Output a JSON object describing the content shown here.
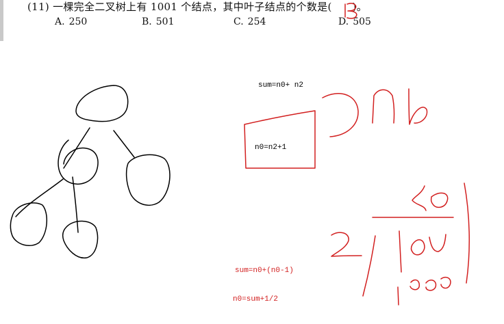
{
  "question": {
    "number": "(11)",
    "text": "一棵完全二叉树上有 1001 个结点，其中叶子结点的个数是(",
    "answer_handwritten": "B",
    "text_end": ")。"
  },
  "options": [
    {
      "letter": "A.",
      "value": "250"
    },
    {
      "letter": "B.",
      "value": "501"
    },
    {
      "letter": "C.",
      "value": "254"
    },
    {
      "letter": "D.",
      "value": "505"
    }
  ],
  "notes": {
    "sum_n0_n2": "sum=n0+  n2",
    "n0_n2_plus_1": "n0=n2+1",
    "sum_n0_n0_minus_1": "sum=n0+(n0-1)",
    "n0_sum_plus_1_over_2": "n0=sum+1/2"
  },
  "colors": {
    "ink_black": "#000000",
    "ink_red": "#d21f1f"
  }
}
